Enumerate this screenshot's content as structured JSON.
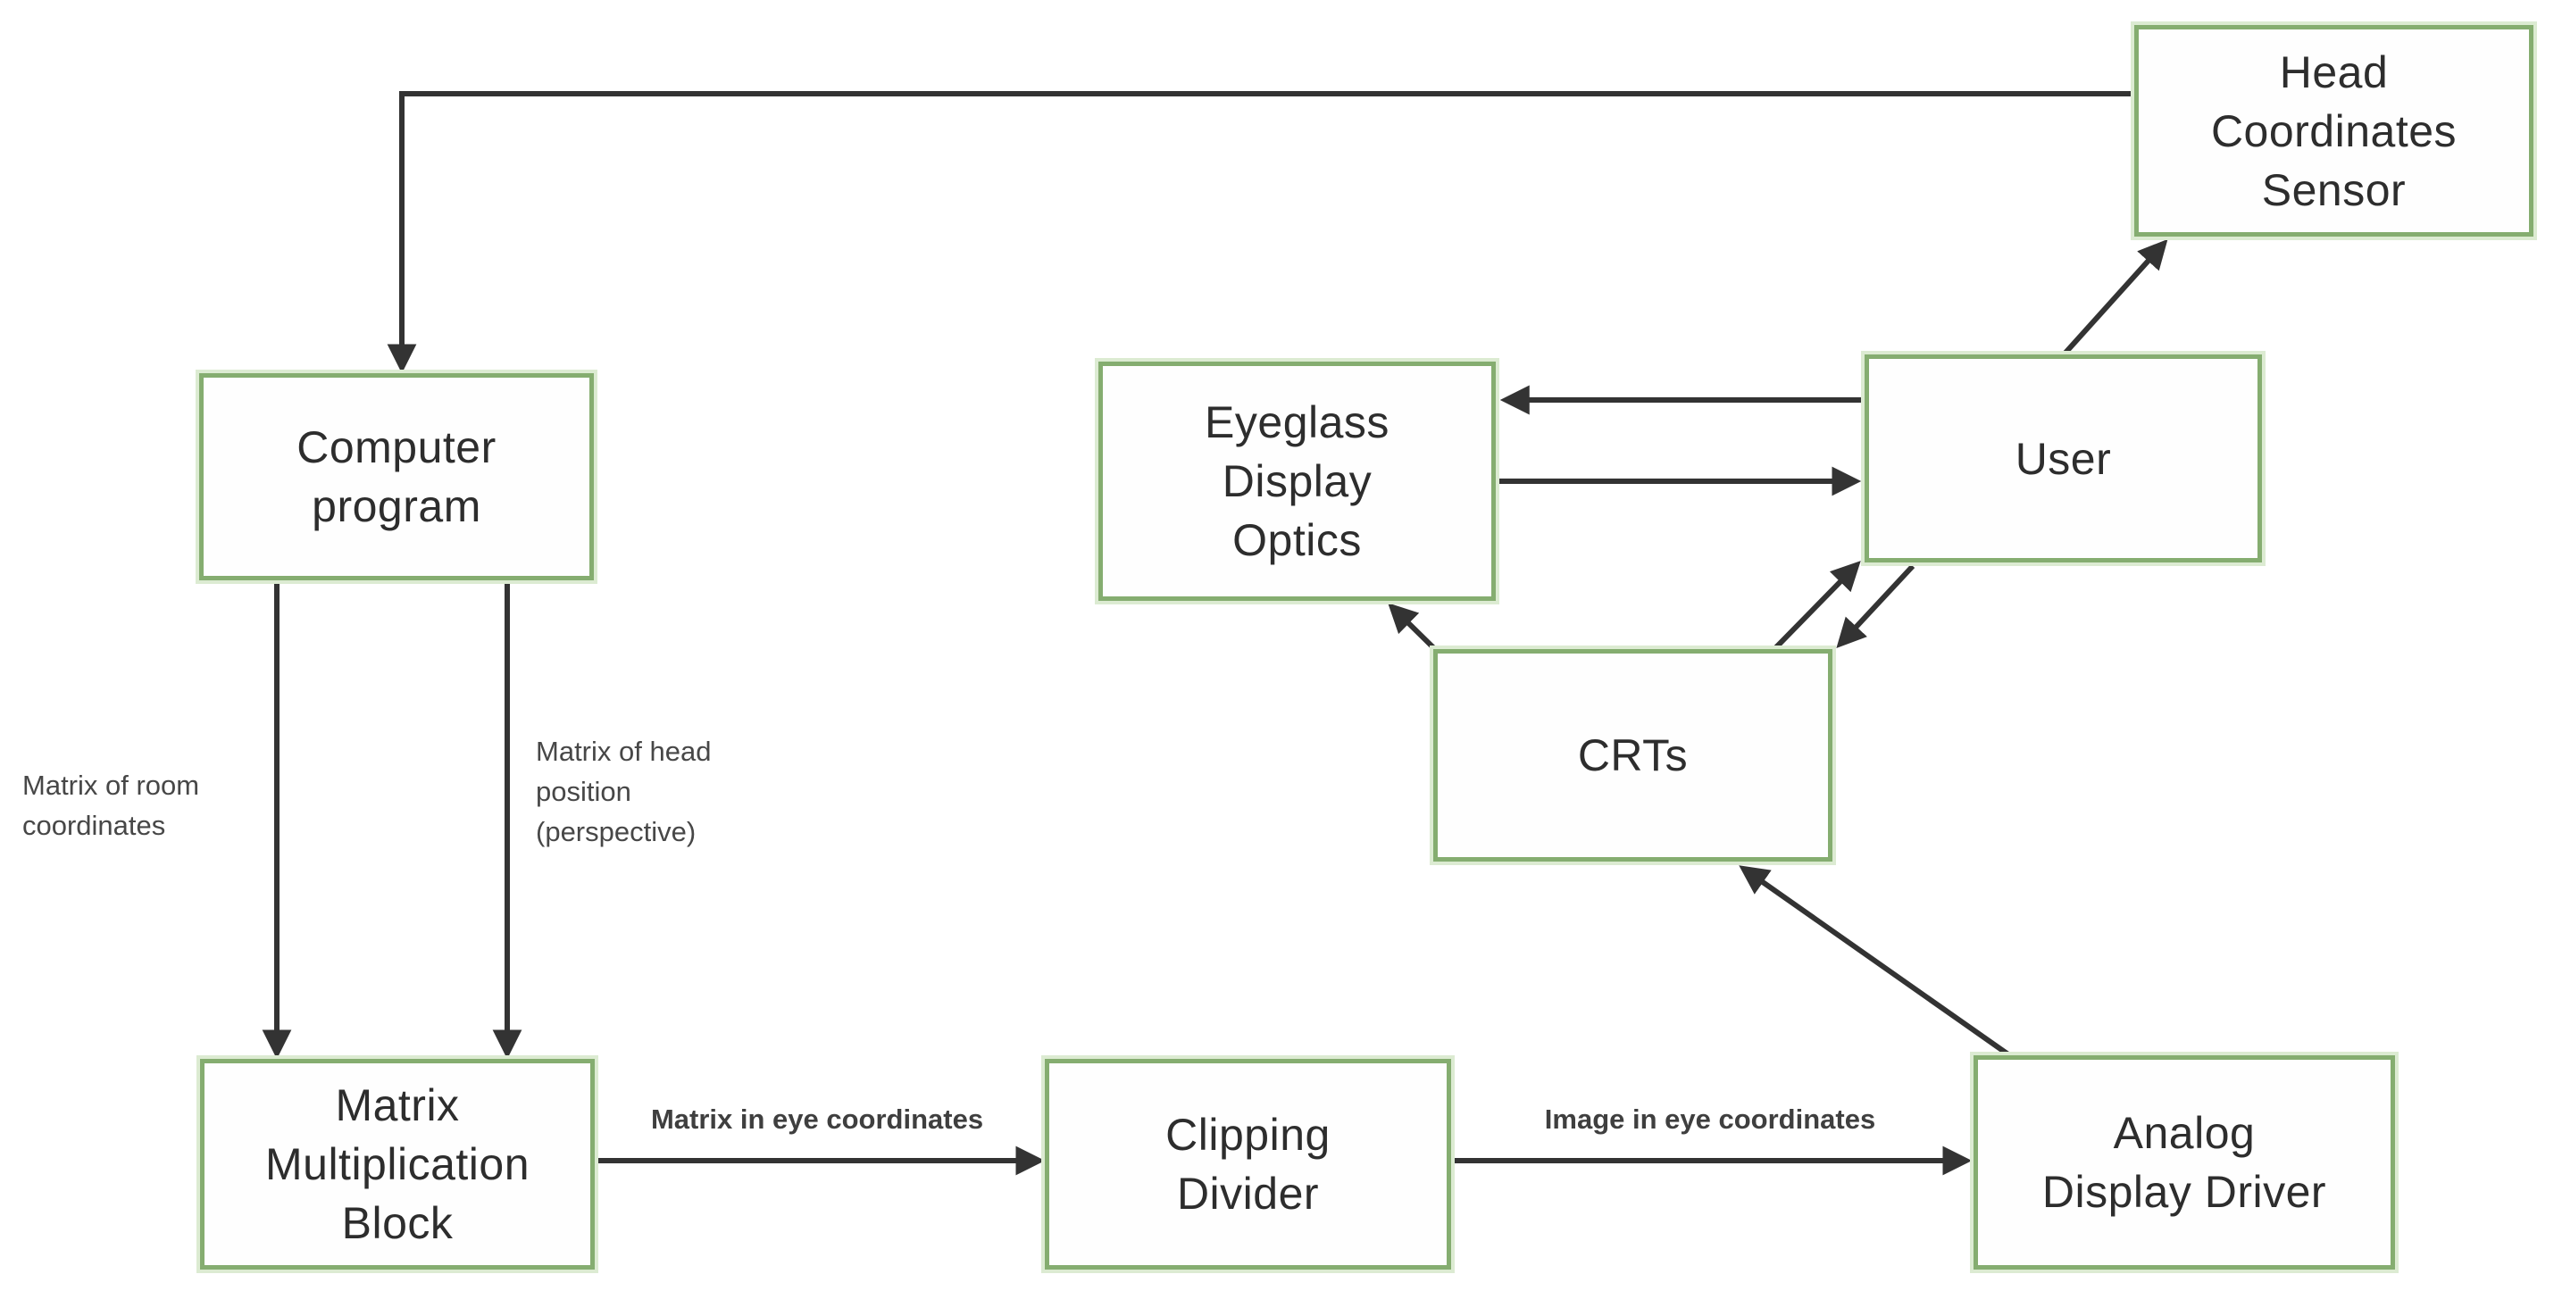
{
  "diagram": {
    "description": "Block diagram of a head-mounted display system",
    "colors": {
      "background": "#ffffff",
      "node_border": "#85ad70",
      "node_halo": "#dcebd2",
      "node_fill": "#fefefe",
      "arrow": "#333333",
      "node_text": "#2d2d2d",
      "edge_label_text": "#3f3f3f"
    },
    "nodes": [
      {
        "id": "head-coordinates-sensor",
        "label": "Head\nCoordinates\nSensor"
      },
      {
        "id": "computer-program",
        "label": "Computer\nprogram"
      },
      {
        "id": "eyeglass-display-optics",
        "label": "Eyeglass\nDisplay\nOptics"
      },
      {
        "id": "user",
        "label": "User"
      },
      {
        "id": "crts",
        "label": "CRTs"
      },
      {
        "id": "matrix-multiplication-block",
        "label": "Matrix\nMultiplication\nBlock"
      },
      {
        "id": "clipping-divider",
        "label": "Clipping\nDivider"
      },
      {
        "id": "analog-display-driver",
        "label": "Analog\nDisplay Driver"
      }
    ],
    "edges": [
      {
        "from": "head-coordinates-sensor",
        "to": "computer-program",
        "label": ""
      },
      {
        "from": "computer-program",
        "to": "matrix-multiplication-block",
        "label": "Matrix of room\ncoordinates"
      },
      {
        "from": "computer-program",
        "to": "matrix-multiplication-block",
        "label": "Matrix of head\nposition\n(perspective)"
      },
      {
        "from": "matrix-multiplication-block",
        "to": "clipping-divider",
        "label": "Matrix in eye coordinates"
      },
      {
        "from": "clipping-divider",
        "to": "analog-display-driver",
        "label": "Image in eye coordinates"
      },
      {
        "from": "analog-display-driver",
        "to": "crts",
        "label": ""
      },
      {
        "from": "crts",
        "to": "eyeglass-display-optics",
        "label": ""
      },
      {
        "from": "user",
        "to": "eyeglass-display-optics",
        "label": ""
      },
      {
        "from": "eyeglass-display-optics",
        "to": "user",
        "label": ""
      },
      {
        "from": "crts",
        "to": "user",
        "label": ""
      },
      {
        "from": "user",
        "to": "crts",
        "label": ""
      },
      {
        "from": "user",
        "to": "head-coordinates-sensor",
        "label": ""
      }
    ]
  }
}
